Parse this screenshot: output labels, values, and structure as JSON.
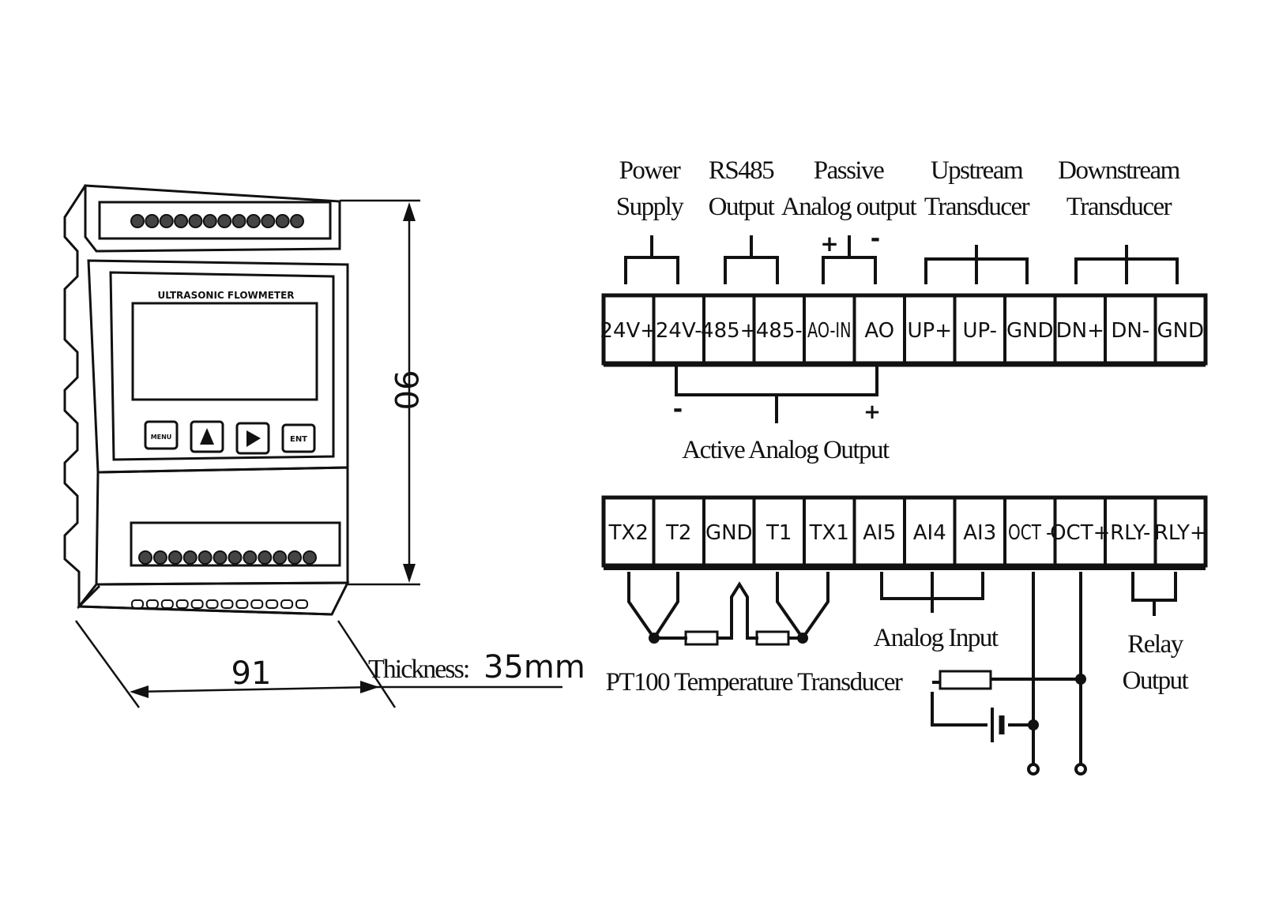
{
  "device": {
    "panel_title": "ULTRASONIC FLOWMETER",
    "buttons": [
      "MENU",
      "▲",
      "▶",
      "ENT"
    ]
  },
  "dimensions": {
    "height": "90",
    "width": "91",
    "thickness_label": "Thickness:",
    "thickness_value": "35mm"
  },
  "top_groups": {
    "power": [
      "Power",
      "Supply"
    ],
    "rs485": [
      "RS485",
      "Output"
    ],
    "passive": [
      "Passive",
      "Analog output"
    ],
    "upstream": [
      "Upstream",
      "Transducer"
    ],
    "downstream": [
      "Downstream",
      "Transducer"
    ],
    "passive_plus": "+",
    "passive_minus": "-"
  },
  "top_terminals": [
    "24V+",
    "24V-",
    "485+",
    "485-",
    "AO-IN",
    "AO",
    "UP+",
    "UP-",
    "GND",
    "DN+",
    "DN-",
    "GND"
  ],
  "active_output": {
    "label": "Active Analog Output",
    "minus": "-",
    "plus": "+"
  },
  "bottom_terminals": [
    "TX2",
    "T2",
    "GND",
    "T1",
    "TX1",
    "AI5",
    "AI4",
    "AI3",
    "OCT -",
    "OCT+",
    "RLY-",
    "RLY+"
  ],
  "bottom_groups": {
    "pt100": "PT100 Temperature Transducer",
    "analog_input": "Analog Input",
    "relay": [
      "Relay",
      "Output"
    ]
  },
  "colors": {
    "ink": "#111111",
    "background": "#ffffff",
    "panel_gray": "#dddddd"
  }
}
